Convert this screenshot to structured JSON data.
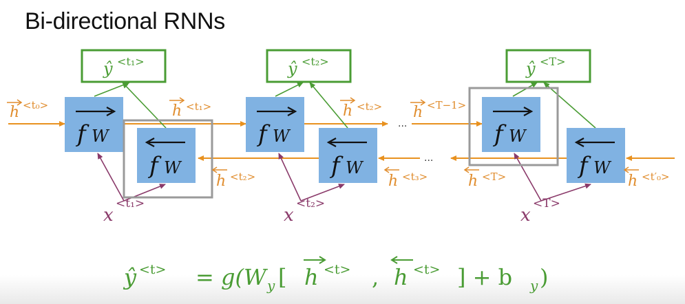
{
  "title": "Bi-directional RNNs",
  "colors": {
    "forward_arrow": "#e8911f",
    "output_green": "#4a9c34",
    "input_purple": "#8a3a6a",
    "cell_blue": "#80b2e2",
    "highlight_gray": "#9a9a9a",
    "label_orange": "#e08c2c"
  },
  "cells": {
    "forward_label": "f_W (→)",
    "backward_label": "f_W (←)",
    "forward_main": "f",
    "forward_sub": "W",
    "backward_main": "f",
    "backward_sub": "W"
  },
  "outputs": [
    {
      "label": "ŷ",
      "sup": "<t₁>"
    },
    {
      "label": "ŷ",
      "sup": "<t₂>"
    },
    {
      "label": "ŷ",
      "sup": "<T>"
    }
  ],
  "inputs": [
    {
      "label": "x",
      "sup": "<t₁>"
    },
    {
      "label": "x",
      "sup": "<t₂>"
    },
    {
      "label": "x",
      "sup": "<T>"
    }
  ],
  "hidden_labels": {
    "h_fw_t0": "<t₀>",
    "h_fw_t1": "<t₁>",
    "h_fw_t2": "<t₂>",
    "h_fw_T1": "<T−1>",
    "h_bw_t2": "<t₂>",
    "h_bw_t3": "<t₃>",
    "h_bw_T": "<T>",
    "h_bw_t0p": "<t′₀>",
    "h": "h"
  },
  "ellipsis": "...",
  "formula": {
    "lhs": "ŷ",
    "lhs_sup": "<t>",
    "eq": "= g(W",
    "w_sub": "y",
    "bracket_open": "[",
    "h": "h",
    "h_sup": "<t>",
    "comma": ",",
    "bracket_close": "] + b",
    "b_sub": "y",
    "close": ")"
  }
}
